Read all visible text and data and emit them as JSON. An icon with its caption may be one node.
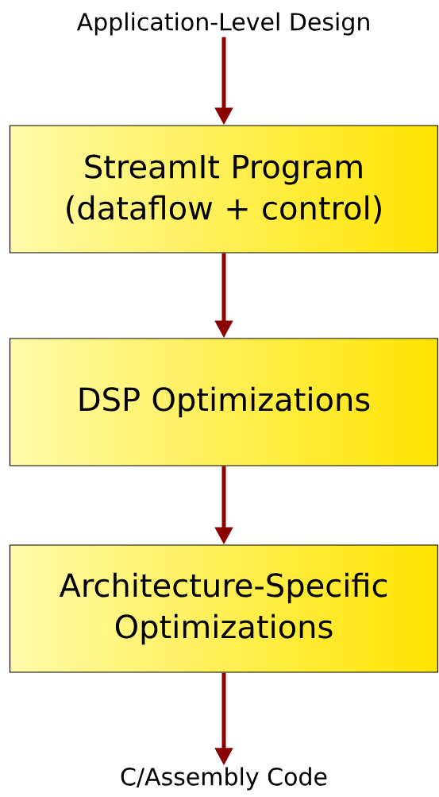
{
  "diagram": {
    "nodes": [
      {
        "text": [
          "Application-Level Design"
        ]
      },
      {
        "text": [
          "StreamIt Program (dataflow + control)"
        ]
      },
      {
        "text": [
          "DSP Optimizations"
        ]
      },
      {
        "text": [
          "Architecture-Specific Optimizations"
        ]
      },
      {
        "text": [
          "C/Assembly Code"
        ]
      }
    ],
    "edges": [
      {
        "from": 0,
        "to": 1,
        "arrow": "to"
      },
      {
        "from": 1,
        "to": 2,
        "arrow": "to"
      },
      {
        "from": 2,
        "to": 3,
        "arrow": "to"
      },
      {
        "from": 3,
        "to": 4,
        "arrow": "to"
      }
    ]
  }
}
